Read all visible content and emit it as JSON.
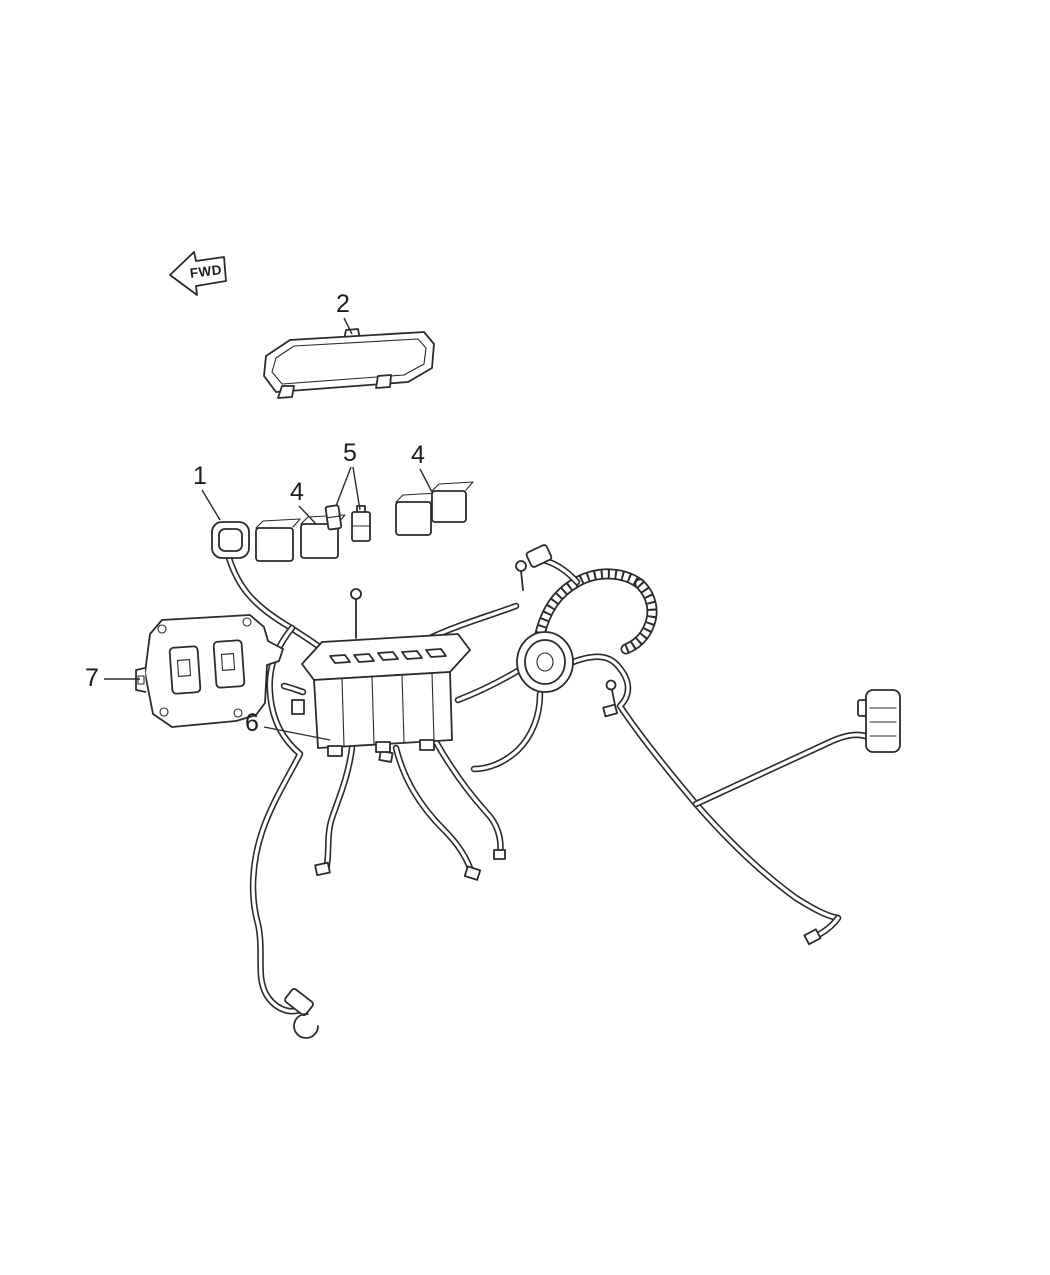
{
  "diagram": {
    "background_color": "#ffffff",
    "line_color": "#2b2b2b",
    "fwd_label": "FWD",
    "callouts": {
      "item1": "1",
      "item2": "2",
      "item4a": "4",
      "item5": "5",
      "item4b": "4",
      "item6": "6",
      "item7": "7"
    }
  }
}
